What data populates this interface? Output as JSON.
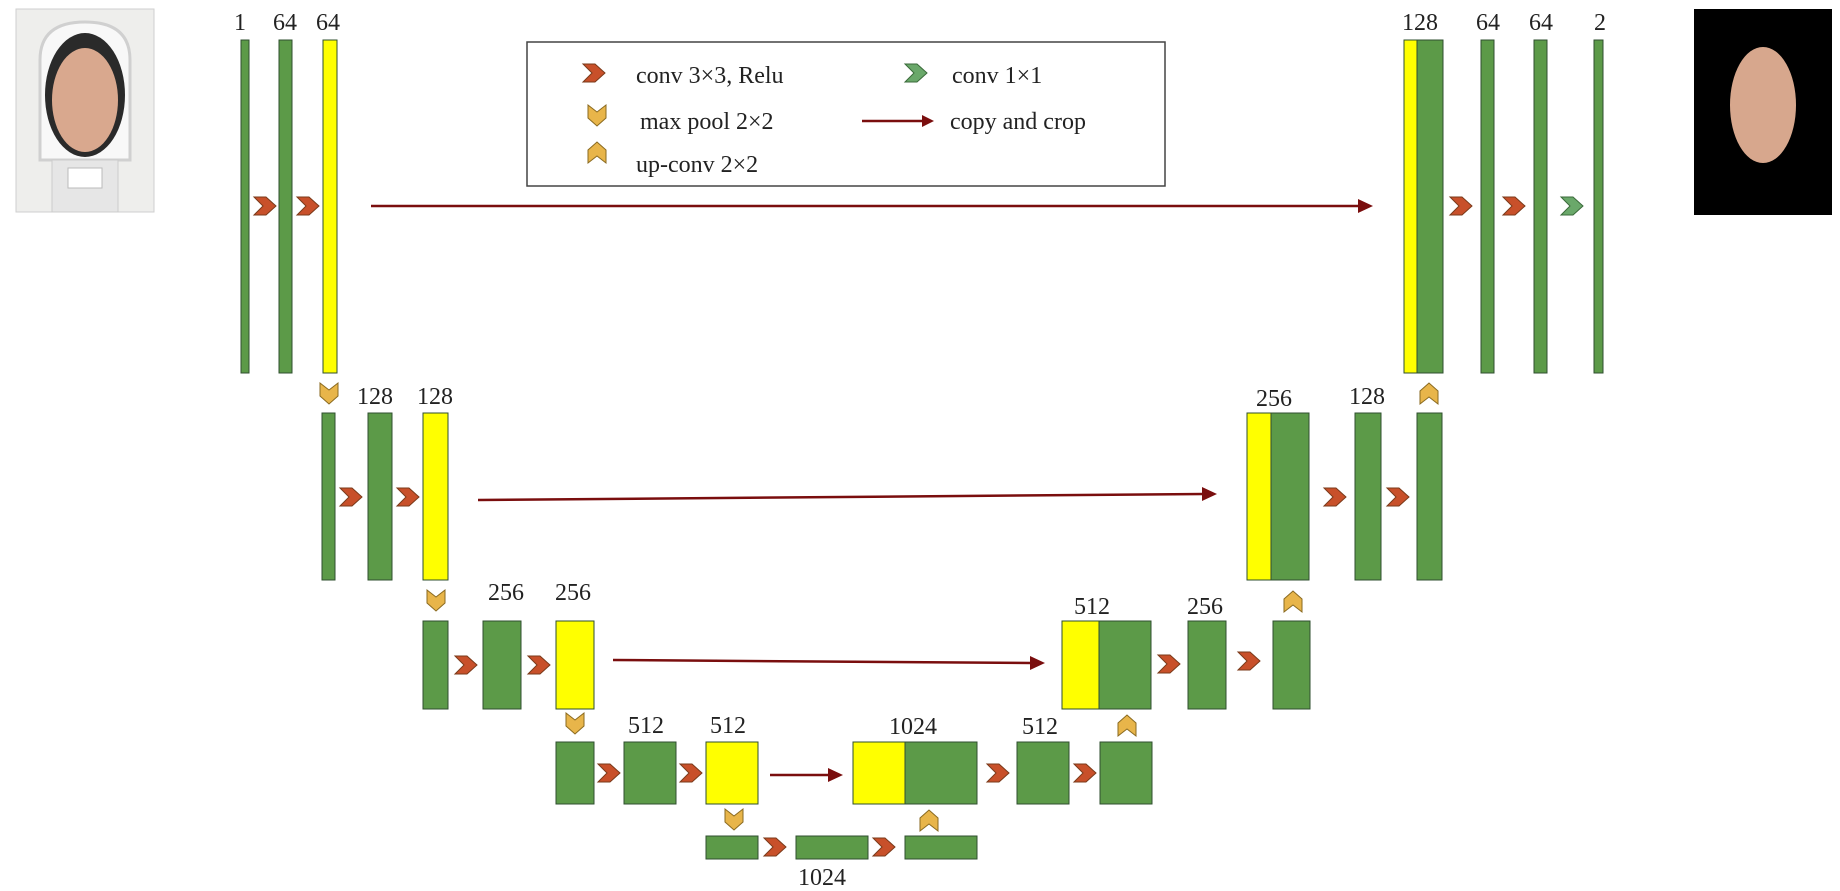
{
  "colors": {
    "feature_map": "#5c9a48",
    "copied_map": "#ffff00",
    "outline": "#2f4f2f",
    "conv_arrow": "#c8502a",
    "pool_arrow": "#e8b54a",
    "conv1x1_arrow": "#6aa86a",
    "copy_line": "#7a0e0e"
  },
  "images": {
    "input_photo": "input-face-photo",
    "output_mask": "output-segmented-face"
  },
  "legend": {
    "conv": "conv 3×3, Relu",
    "conv1x1": "conv 1×1",
    "maxpool": "max pool 2×2",
    "copy": "copy and crop",
    "upconv": "up-conv 2×2"
  },
  "labels": {
    "l1_in": "1",
    "l1_a": "64",
    "l1_b": "64",
    "r1_concat": "128",
    "r1_a": "64",
    "r1_b": "64",
    "r1_out": "2",
    "l2_a": "128",
    "l2_b": "128",
    "r2_concat": "256",
    "r2_a": "128",
    "l3_a": "256",
    "l3_b": "256",
    "r3_concat": "512",
    "r3_a": "256",
    "l4_a": "512",
    "l4_b": "512",
    "r4_concat": "1024",
    "r4_a": "512",
    "bottom": "1024"
  }
}
